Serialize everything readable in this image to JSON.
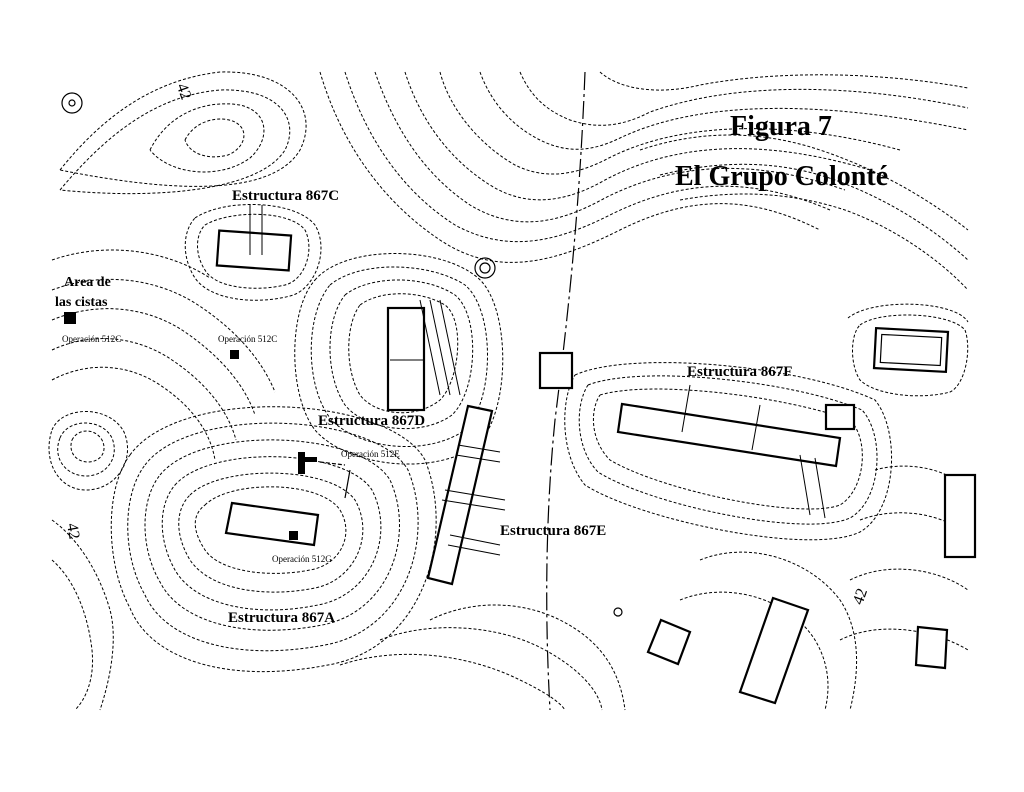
{
  "figure": {
    "number_label": "Figura 7",
    "title": "El Grupo Colonté"
  },
  "structures": {
    "s867c": "Estructura 867C",
    "s867d": "Estructura 867D",
    "s867e": "Estructura 867E",
    "s867f": "Estructura 867F",
    "s867a": "Estructura 867A"
  },
  "area": {
    "line1": "Area de",
    "line2": "las cistas"
  },
  "operations": {
    "op512c_left": "Operación 512C",
    "op512c_center": "Operación 512C",
    "op512e": "Operación 512E",
    "op512g": "Operación 512G"
  },
  "contour_labels": {
    "top": "42",
    "left": "42",
    "right": "42"
  }
}
